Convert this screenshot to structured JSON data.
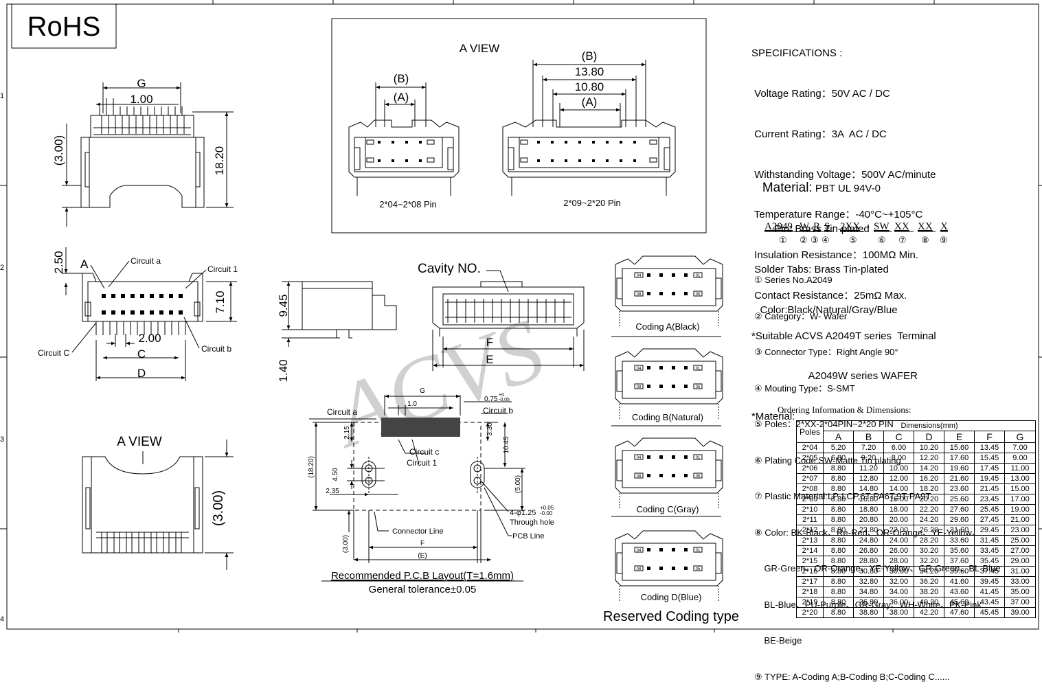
{
  "rohs": "RoHS",
  "watermark": "ACVS",
  "a_view_box": {
    "title": "A VIEW",
    "small_caption": "2*04~2*08 Pin",
    "large_caption": "2*09~2*20 Pin",
    "small_dims": [
      "(B)",
      "(A)"
    ],
    "large_dims": [
      "(B)",
      "13.80",
      "10.80",
      "(A)"
    ]
  },
  "left_top": {
    "g": "G",
    "pitch": "1.00",
    "d300": "(3.00)",
    "d1820": "18.20"
  },
  "left_mid": {
    "d250": "2.50",
    "a": "A",
    "circuit_a": "Circuit a",
    "circuit_1": "Circuit 1",
    "d710": "7.10",
    "d200": "2.00",
    "c": "C",
    "d": "D",
    "circuit_c": "Circuit C",
    "circuit_b": "Circuit b"
  },
  "left_bottom": {
    "title": "A VIEW",
    "d300": "(3.00)"
  },
  "side_view": {
    "d945": "9.45",
    "d140": "1.40"
  },
  "front_view": {
    "cavity": "Cavity NO.",
    "f": "F",
    "e": "E"
  },
  "pcb": {
    "g": "G",
    "d10": "1.0",
    "d075": "0.75",
    "d075_tol_up": "+0",
    "d075_tol_dn": "-0.05",
    "circuit_a": "Circuit a",
    "circuit_b": "Circuit b",
    "circuit_c": "Circuit c",
    "circuit_1": "Circuit 1",
    "d215": "2.15",
    "d330": "3.30",
    "d1045": "10.45",
    "d1820": "(18.20)",
    "d450": "4.50",
    "d235": "2.35",
    "d500": "(5.00)",
    "hole": "4-φ1.25",
    "hole_tol_up": "+0.05",
    "hole_tol_dn": "-0.00",
    "through": "Through hole",
    "connector_line": "Connector Line",
    "pcb_line": "PCB Line",
    "d300": "(3.00)",
    "f": "F",
    "e": "(E)",
    "title": "Recommended P.C.B Layout(T=1.6mm)",
    "tolerance": "General tolerance±0.05"
  },
  "coding": {
    "items": [
      "Coding A(Black)",
      "Coding B(Natural)",
      "Coding C(Gray)",
      "Coding D(Blue)"
    ],
    "title": "Reserved Coding type",
    "pin_labels": [
      "04",
      "01",
      "08",
      "05"
    ]
  },
  "specs": [
    "SPECIFICATIONS :",
    " Voltage Rating：50V AC / DC",
    " Current Rating：3A  AC / DC",
    " Withstanding Voltage：500V AC/minute",
    " Temperature Range：-40°C~+105°C",
    " Insulation Resistance：100MΩ Min.",
    " Contact Resistance：25mΩ Max.",
    "*Suitable ACVS A2049T series  Terminal",
    "                    A2049W series WAFER",
    "*Material:"
  ],
  "material": {
    "label": "Material:",
    "value": " PBT UL 94V-0",
    "pin": "        Pin: Brass Tin-plated",
    "solder": " Solder Tabs: Brass Tin-plated",
    "color": "   Color:Black/Natural/Gray/Blue"
  },
  "part_code": {
    "segments": [
      "A2049",
      "W",
      "R",
      "S",
      "-",
      "2XX",
      "-",
      "SW",
      "XX",
      "XX",
      "X"
    ],
    "markers": [
      "①",
      "②",
      "③",
      "④",
      "⑤",
      "⑥",
      "⑦",
      "⑧",
      "⑨"
    ]
  },
  "legend": [
    "① Series No.A2049",
    "② Category：W- Wafer",
    "③ Connector Type：Right Angle 90°",
    "④ Mouting Type：S-SMT",
    "⑤ Poles：2*XX-2*04PIN~2*20 PIN",
    "⑥ Plating Code:SW-Matte Tin plating",
    "⑦ Plastic Material:LP-LCP,6T-PA6T,9T-PA9T",
    "⑧ Color: BK-Black、Re-Red、OR-Orange、YE-Yellow、",
    "    GR-Green、OR-Orange、YE-Yellow、GR-Green、BL-Blue",
    "    BL-Blue、PU-Purple、GR-Gray、WH-White、PK-Pink",
    "    BE-Beige",
    "⑨ TYPE: A-Coding A;B-Coding B;C-Coding C......"
  ],
  "ordering": {
    "title": "Ordering Information & Dimensions:",
    "poles_header": "Poles",
    "dim_header": "Dimensions(mm)",
    "columns": [
      "A",
      "B",
      "C",
      "D",
      "E",
      "F",
      "G"
    ],
    "rows": [
      [
        "2*04",
        "5.20",
        "7.20",
        "6.00",
        "10.20",
        "15.60",
        "13.45",
        "7.00"
      ],
      [
        "2*05",
        "6.80",
        "9.20",
        "8.00",
        "12.20",
        "17.60",
        "15.45",
        "9.00"
      ],
      [
        "2*06",
        "8.80",
        "11.20",
        "10.00",
        "14.20",
        "19.60",
        "17.45",
        "11.00"
      ],
      [
        "2*07",
        "8.80",
        "12.80",
        "12.00",
        "16.20",
        "21.60",
        "19.45",
        "13.00"
      ],
      [
        "2*08",
        "8.80",
        "14.80",
        "14.00",
        "18.20",
        "23.60",
        "21.45",
        "15.00"
      ],
      [
        "2*09",
        "8.80",
        "16.80",
        "16.00",
        "20.20",
        "25.60",
        "23.45",
        "17.00"
      ],
      [
        "2*10",
        "8.80",
        "18.80",
        "18.00",
        "22.20",
        "27.60",
        "25.45",
        "19.00"
      ],
      [
        "2*11",
        "8.80",
        "20.80",
        "20.00",
        "24.20",
        "29.60",
        "27.45",
        "21.00"
      ],
      [
        "2*12",
        "8.80",
        "22.80",
        "22.00",
        "26.20",
        "31.60",
        "29.45",
        "23.00"
      ],
      [
        "2*13",
        "8.80",
        "24.80",
        "24.00",
        "28.20",
        "33.60",
        "31.45",
        "25.00"
      ],
      [
        "2*14",
        "8.80",
        "26.80",
        "26.00",
        "30.20",
        "35.60",
        "33.45",
        "27.00"
      ],
      [
        "2*15",
        "8.80",
        "28.80",
        "28.00",
        "32.20",
        "37.60",
        "35.45",
        "29.00"
      ],
      [
        "2*16",
        "8.80",
        "30.80",
        "30.00",
        "34.20",
        "39.60",
        "37.45",
        "31.00"
      ],
      [
        "2*17",
        "8.80",
        "32.80",
        "32.00",
        "36.20",
        "41.60",
        "39.45",
        "33.00"
      ],
      [
        "2*18",
        "8.80",
        "34.80",
        "34.00",
        "38.20",
        "43.60",
        "41.45",
        "35.00"
      ],
      [
        "2*19",
        "8.80",
        "36.80",
        "36.00",
        "40.20",
        "45.60",
        "43.45",
        "37.00"
      ],
      [
        "2*20",
        "8.80",
        "38.80",
        "38.00",
        "42.20",
        "47.60",
        "45.45",
        "39.00"
      ]
    ]
  },
  "frame": {
    "row_labels": [
      "1",
      "2",
      "3",
      "4"
    ]
  }
}
